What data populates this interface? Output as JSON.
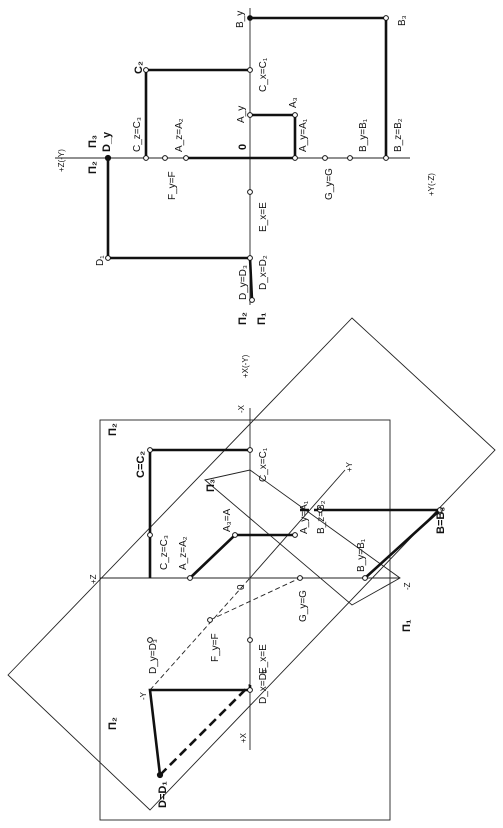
{
  "projection": {
    "axis_labels": {
      "z_neg_y": "+Z(-Y)",
      "x_neg_y": "+X(-Y)",
      "y_neg_z": "+Y(-Z)",
      "origin": "0"
    },
    "plane_labels": {
      "p2": "Π₂",
      "p3": "Π₃",
      "p2_bottom": "Π₂",
      "p1": "Π₁"
    },
    "points": [
      {
        "key": "By",
        "text": "B_y"
      },
      {
        "key": "B3",
        "text": "B₃"
      },
      {
        "key": "CxC1",
        "text": "C_x=C₁"
      },
      {
        "key": "C2",
        "text": "C₂"
      },
      {
        "key": "Ay",
        "text": "A_y"
      },
      {
        "key": "A3",
        "text": "A₃"
      },
      {
        "key": "CzC3",
        "text": "C_z=C₃"
      },
      {
        "key": "AzA2",
        "text": "A_z=A₂"
      },
      {
        "key": "AyA1",
        "text": "A_y=A₁"
      },
      {
        "key": "ByB1",
        "text": "B_y=B₁"
      },
      {
        "key": "BzB2",
        "text": "B_z=B₂"
      },
      {
        "key": "Dy",
        "text": "D_y"
      },
      {
        "key": "FyF",
        "text": "F_y=F"
      },
      {
        "key": "GyG",
        "text": "G_y=G"
      },
      {
        "key": "ExE",
        "text": "E_x=E"
      },
      {
        "key": "D1",
        "text": "D₁"
      },
      {
        "key": "DxD2",
        "text": "D_x=D₂"
      },
      {
        "key": "DyD3",
        "text": "D_y=D₃"
      }
    ]
  },
  "pictorial": {
    "axis_labels": {
      "neg_x": "-X",
      "pos_y": "+Y",
      "pos_z": "+Z",
      "neg_y": "-Y",
      "pos_x": "+X",
      "neg_z": "-Z",
      "origin": "0"
    },
    "plane_labels": {
      "p2_top": "Π₂",
      "p3": "Π₃",
      "p2_left": "Π₂",
      "p1": "Π₁"
    },
    "points": [
      {
        "key": "CC2",
        "text": "C=C₂"
      },
      {
        "key": "CxC1",
        "text": "C_x=C₁"
      },
      {
        "key": "A3A",
        "text": "A₃=A"
      },
      {
        "key": "AyA1",
        "text": "A_y=A₁"
      },
      {
        "key": "CzC3",
        "text": "C_z=C₃"
      },
      {
        "key": "AzA2",
        "text": "A_z=A₂"
      },
      {
        "key": "BzB2",
        "text": "B_z=B₂"
      },
      {
        "key": "BB3",
        "text": "B=B₃"
      },
      {
        "key": "ByB1",
        "text": "B_y=B₁"
      },
      {
        "key": "GyG",
        "text": "G_y=G"
      },
      {
        "key": "ExE",
        "text": "E_x=E"
      },
      {
        "key": "FyF",
        "text": "F_y=F"
      },
      {
        "key": "DyD3",
        "text": "D_y=D₃"
      },
      {
        "key": "DxD2",
        "text": "D_x=D₂"
      },
      {
        "key": "DD1",
        "text": "D=D₁"
      }
    ]
  }
}
